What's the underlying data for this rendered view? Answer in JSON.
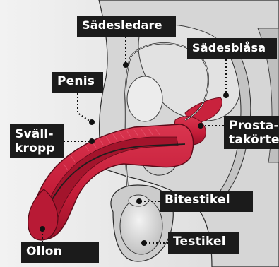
{
  "labels": {
    "sadesledare": "Sädesledare",
    "sadesblasa": "Sädesblåsa",
    "penis": "Penis",
    "svallkropp_line1": "Sväll-",
    "svallkropp_line2": "kropp",
    "prostata_line1": "Prosta-",
    "prostata_line2": "takörtel",
    "bitestikel": "Bitestikel",
    "testikel": "Testikel",
    "ollon": "Ollon"
  },
  "colors": {
    "background": "#e9e9e9",
    "tissue_light": "#dcdcdc",
    "tissue_mid": "#c9c9c9",
    "outline": "#1e1e1e",
    "penis_red": "#c81e3a",
    "penis_dark": "#8e1024",
    "label_bg": "#1b1b1b",
    "label_text": "#ffffff",
    "leader_dot": "#111111"
  }
}
